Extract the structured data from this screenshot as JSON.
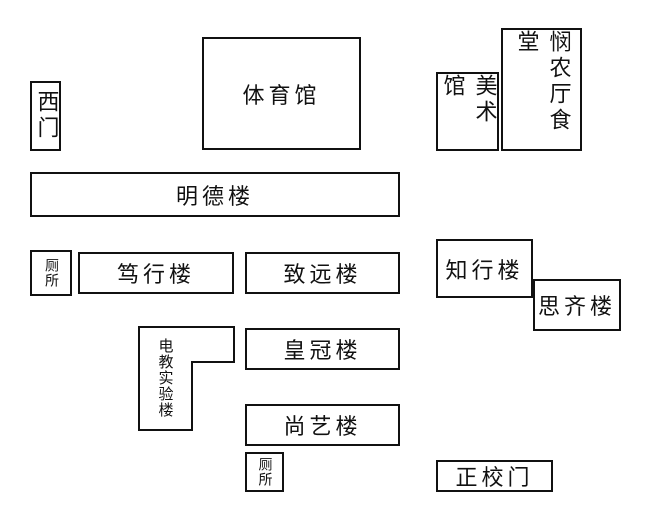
{
  "buildings": {
    "gym": "体育馆",
    "west_gate": "西门",
    "art_hall": "美术馆",
    "canteen": "悯农厅食堂",
    "mingde": "明德楼",
    "toilet_1": "厕所",
    "duxing": "笃行楼",
    "zhiyuan": "致远楼",
    "zhixing": "知行楼",
    "siqi": "思齐楼",
    "av_lab": "电教实验楼",
    "huangguan": "皇冠楼",
    "shangyi": "尚艺楼",
    "toilet_2": "厕所",
    "main_gate": "正校门"
  }
}
